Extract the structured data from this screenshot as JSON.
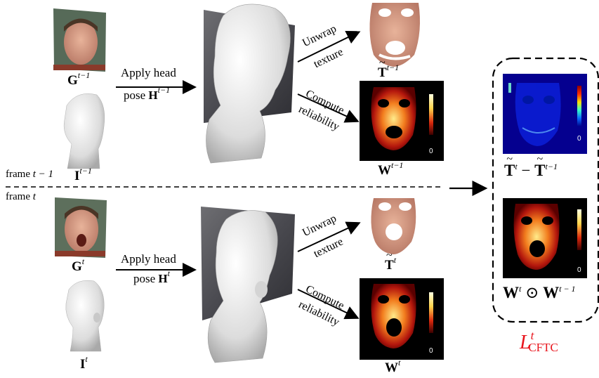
{
  "labels": {
    "g_prev": "G",
    "g_prev_sup": "t−1",
    "i_prev": "I",
    "i_prev_sup": "t−1",
    "g_cur": "G",
    "g_cur_sup": "t",
    "i_cur": "I",
    "i_cur_sup": "t",
    "t_prev": "T",
    "t_prev_sup": "t−1",
    "t_cur": "T",
    "t_cur_sup": "t",
    "w_prev": "W",
    "w_prev_sup": "t−1",
    "w_cur": "W",
    "w_cur_sup": "t",
    "frame_prev": "frame",
    "frame_prev_var": "t − 1",
    "frame_cur": "frame",
    "frame_cur_var": "t"
  },
  "arrows": {
    "apply_head_top_line1": "Apply head",
    "apply_head_top_line2": "pose",
    "apply_head_top_var": "H",
    "apply_head_top_sup": "t−1",
    "apply_head_bottom_line1": "Apply head",
    "apply_head_bottom_line2": "pose",
    "apply_head_bottom_var": "H",
    "apply_head_bottom_sup": "t",
    "unwrap_line1": "Unwrap",
    "unwrap_line2": "texture",
    "compute_line1": "Compute",
    "compute_line2": "reliability"
  },
  "loss_box": {
    "diff_a": "T",
    "diff_a_sup": "t",
    "diff_op": "−",
    "diff_b": "T",
    "diff_b_sup": "t−1",
    "prod_a": "W",
    "prod_a_sup": "t",
    "prod_op": "⊙",
    "prod_b": "W",
    "prod_b_sup": "t − 1",
    "loss_symbol": "L",
    "loss_sup": "t",
    "loss_sub": "CFTC"
  },
  "colorbars": {
    "zero_label": "0"
  },
  "colors": {
    "loss_red": "#e8141c",
    "dashed": "#000000"
  }
}
